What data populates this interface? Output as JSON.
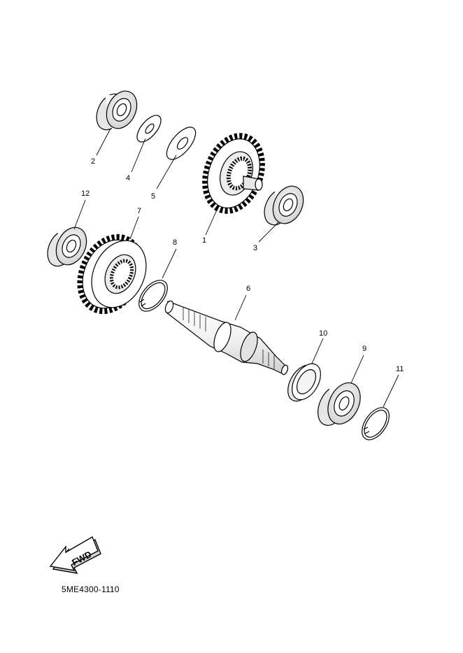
{
  "callouts": [
    {
      "id": "p1",
      "label": "1"
    },
    {
      "id": "p2",
      "label": "2"
    },
    {
      "id": "p3",
      "label": "3"
    },
    {
      "id": "p4",
      "label": "4"
    },
    {
      "id": "p5",
      "label": "5"
    },
    {
      "id": "p6",
      "label": "6"
    },
    {
      "id": "p7",
      "label": "7"
    },
    {
      "id": "p8",
      "label": "8"
    },
    {
      "id": "p9",
      "label": "9"
    },
    {
      "id": "p10",
      "label": "10"
    },
    {
      "id": "p11",
      "label": "11"
    },
    {
      "id": "p12",
      "label": "12"
    }
  ],
  "direction_marker": "FWD",
  "diagram_code": "5ME4300-1110",
  "colors": {
    "line": "#000000",
    "fill": "#ffffff",
    "shade": "#d8d8d8"
  }
}
